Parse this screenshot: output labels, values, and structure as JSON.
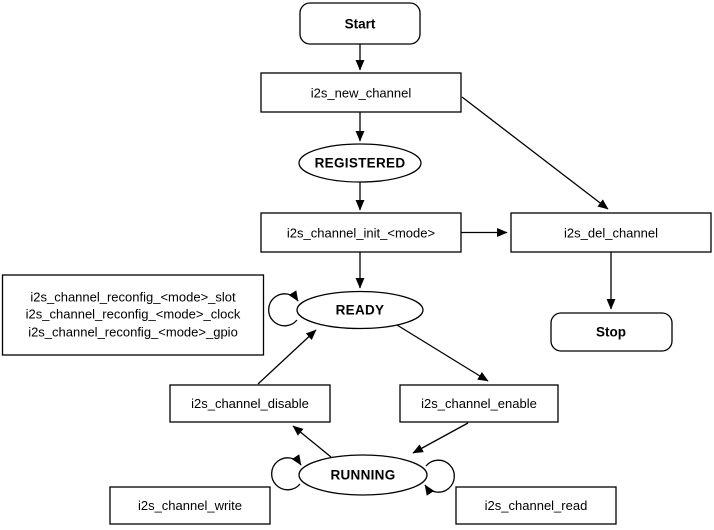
{
  "colors": {
    "state_text": "#0066cc",
    "stroke": "#000000",
    "node_fill": "#ffffff",
    "background": "#ffffff",
    "label_text": "#000000"
  },
  "nodes": {
    "start": {
      "label": "Start"
    },
    "new_channel": {
      "label": "i2s_new_channel"
    },
    "registered": {
      "label": "REGISTERED"
    },
    "init": {
      "label": "i2s_channel_init_<mode>"
    },
    "del_channel": {
      "label": "i2s_del_channel"
    },
    "stop": {
      "label": "Stop"
    },
    "ready": {
      "label": "READY"
    },
    "reconfig": {
      "lines": [
        "i2s_channel_reconfig_<mode>_slot",
        "i2s_channel_reconfig_<mode>_clock",
        "i2s_channel_reconfig_<mode>_gpio"
      ]
    },
    "disable": {
      "label": "i2s_channel_disable"
    },
    "enable": {
      "label": "i2s_channel_enable"
    },
    "running": {
      "label": "RUNNING"
    },
    "write": {
      "label": "i2s_channel_write"
    },
    "read": {
      "label": "i2s_channel_read"
    }
  }
}
